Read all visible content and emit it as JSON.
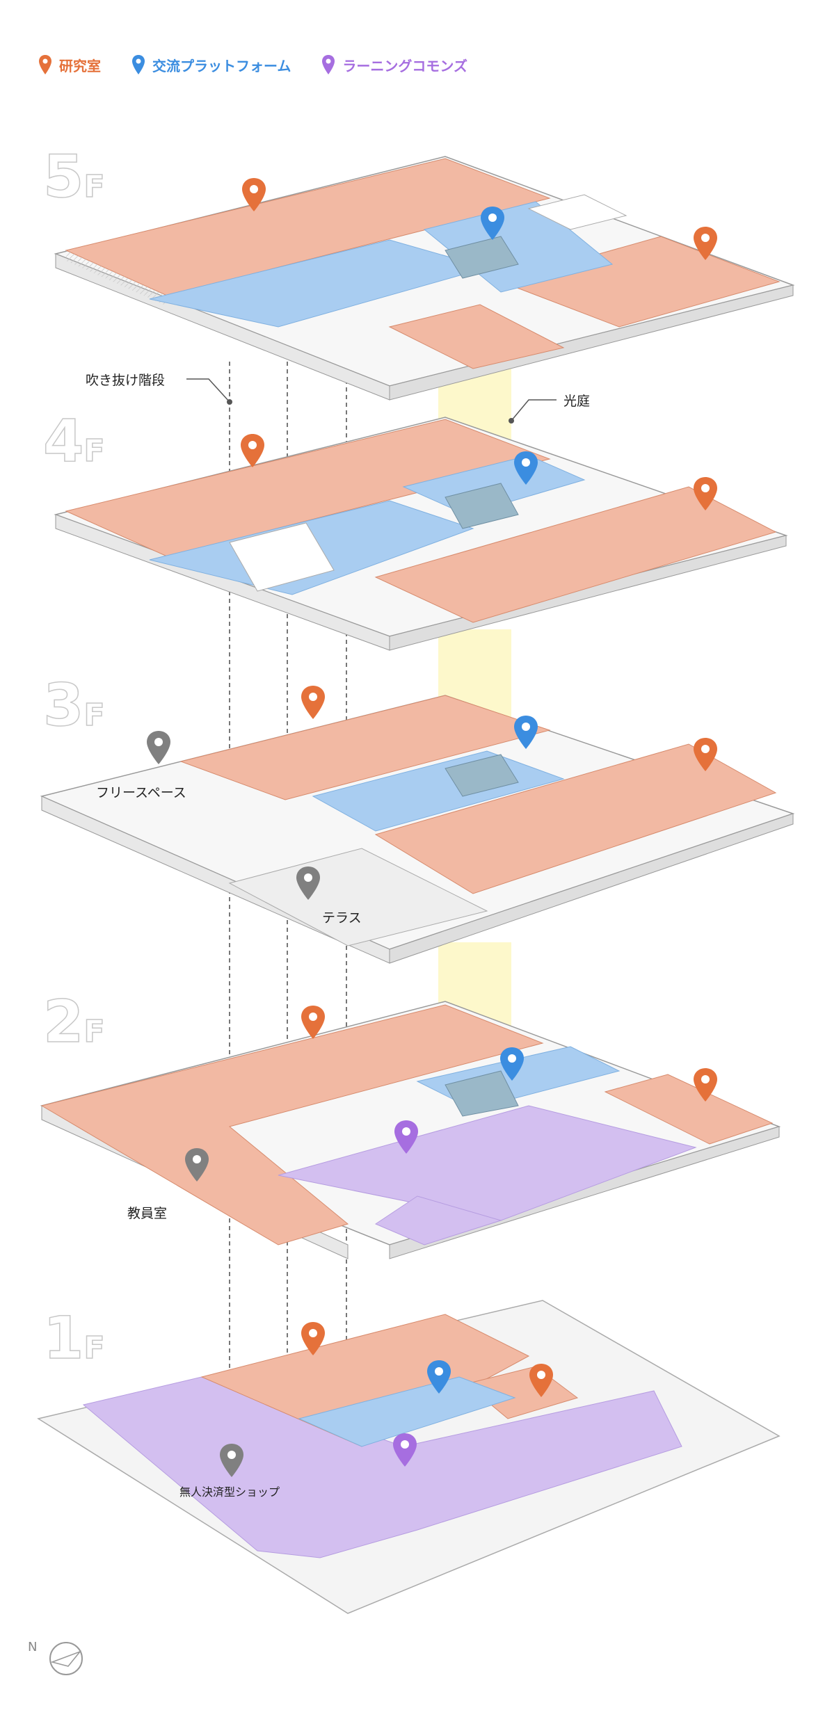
{
  "legend": [
    {
      "label": "研究室",
      "color": "#e5713a",
      "icon": "map-pin-icon"
    },
    {
      "label": "交流プラットフォーム",
      "color": "#3b8de0",
      "icon": "map-pin-icon"
    },
    {
      "label": "ラーニングコモンズ",
      "color": "#a66ee0",
      "icon": "map-pin-icon"
    }
  ],
  "floors": [
    {
      "num": "5",
      "suffix": "F"
    },
    {
      "num": "4",
      "suffix": "F"
    },
    {
      "num": "3",
      "suffix": "F"
    },
    {
      "num": "2",
      "suffix": "F"
    },
    {
      "num": "1",
      "suffix": "F"
    }
  ],
  "callouts": {
    "stair": "吹き抜け階段",
    "lightwell": "光庭",
    "freespace": "フリースペース",
    "terrace": "テラス",
    "staffroom": "教員室",
    "shop": "無人決済型ショップ"
  },
  "compass": {
    "label": "N"
  },
  "colors": {
    "research": "#f2b9a3",
    "research_stroke": "#d68a6c",
    "exchange": "#a9cdf1",
    "commons": "#d3bff0",
    "grey_pin": "#808080",
    "floor_white": "#f7f7f7",
    "lightwell": "#fbf7c0"
  }
}
